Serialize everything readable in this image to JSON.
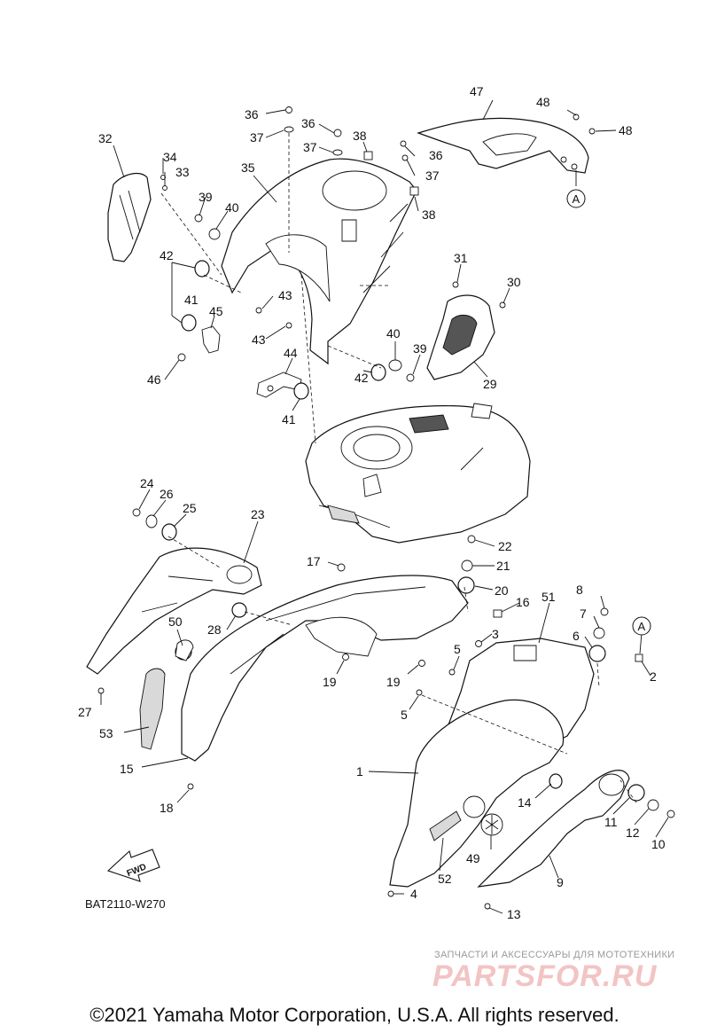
{
  "diagram": {
    "callouts": [
      "1",
      "2",
      "3",
      "4",
      "5",
      "5",
      "6",
      "7",
      "8",
      "9",
      "10",
      "11",
      "12",
      "13",
      "14",
      "15",
      "16",
      "17",
      "18",
      "19",
      "19",
      "20",
      "21",
      "22",
      "23",
      "24",
      "25",
      "26",
      "27",
      "28",
      "29",
      "30",
      "31",
      "32",
      "33",
      "34",
      "35",
      "36",
      "36",
      "36",
      "37",
      "37",
      "37",
      "38",
      "38",
      "39",
      "39",
      "40",
      "40",
      "41",
      "41",
      "42",
      "42",
      "43",
      "43",
      "44",
      "45",
      "46",
      "47",
      "48",
      "48",
      "49",
      "50",
      "51",
      "52",
      "53"
    ],
    "ref_marker": "A",
    "fwd_label": "FWD",
    "drawing_code": "BAT2110-W270"
  },
  "watermark": {
    "tagline": "ЗАПЧАСТИ И АКСЕССУАРЫ ДЛЯ МОТОТЕХНИКИ",
    "brand": "PARTSFOR.RU"
  },
  "footer": {
    "copyright": "©2021 Yamaha Motor Corporation, U.S.A. All rights reserved."
  }
}
